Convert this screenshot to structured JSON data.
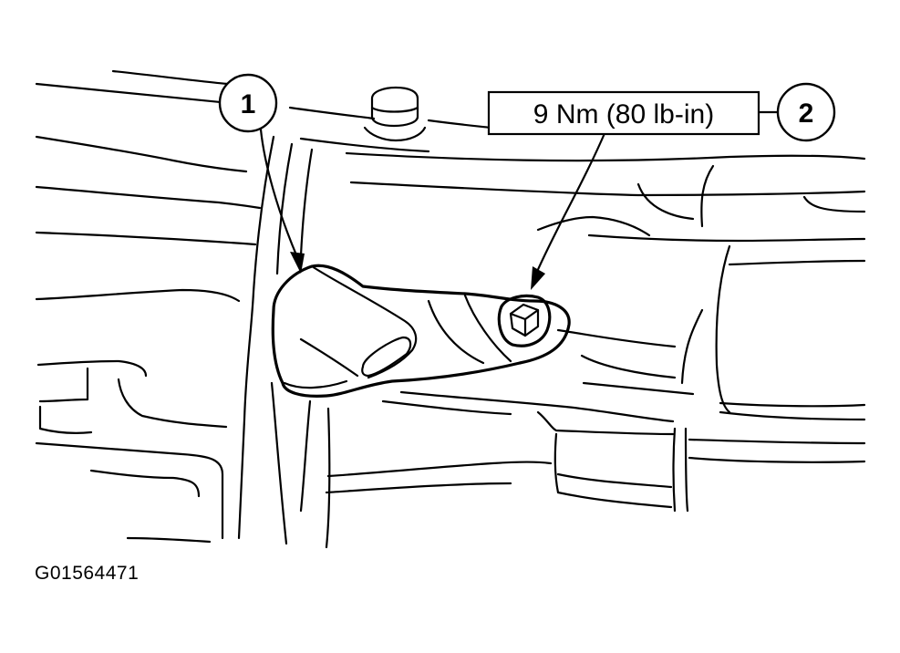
{
  "callouts": [
    {
      "number": "1"
    },
    {
      "number": "2"
    }
  ],
  "torque_spec": "9 Nm (80 lb-in)",
  "figure_id": "G01564471"
}
